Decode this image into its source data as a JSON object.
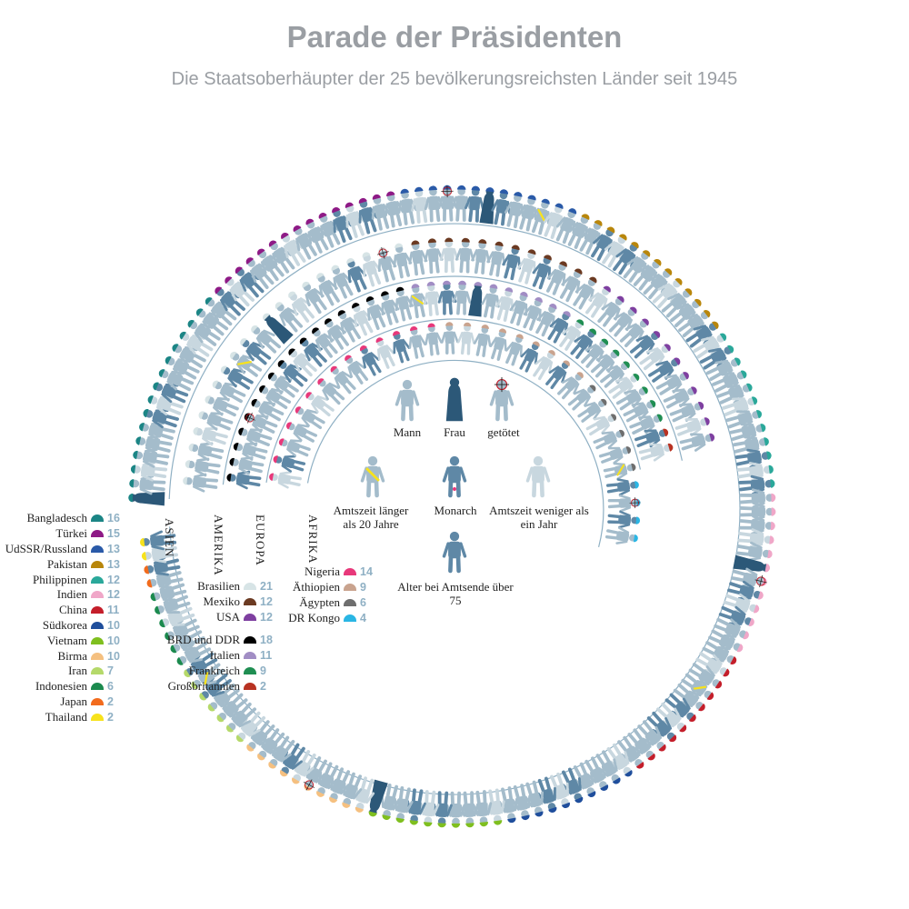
{
  "title": "Parade der Präsidenten",
  "subtitle": "Die Staatsoberhäupter der 25 bevölkerungsreichsten Länder seit 1945",
  "groups": [
    {
      "label": "ASIEN",
      "countries": [
        {
          "name": "Bangladesch",
          "count": "16",
          "color": "#1b8585"
        },
        {
          "name": "Türkei",
          "count": "15",
          "color": "#8e1a86"
        },
        {
          "name": "UdSSR/Russland",
          "count": "13",
          "color": "#2a5aa8"
        },
        {
          "name": "Pakistan",
          "count": "13",
          "color": "#b8860b"
        },
        {
          "name": "Philippinen",
          "count": "12",
          "color": "#2aa89a"
        },
        {
          "name": "Indien",
          "count": "12",
          "color": "#f0a7c8"
        },
        {
          "name": "China",
          "count": "11",
          "color": "#c41e2a"
        },
        {
          "name": "Südkorea",
          "count": "10",
          "color": "#1f4e9c"
        },
        {
          "name": "Vietnam",
          "count": "10",
          "color": "#7fbf1f"
        },
        {
          "name": "Birma",
          "count": "10",
          "color": "#f5c080"
        },
        {
          "name": "Iran",
          "count": "7",
          "color": "#b5d96a"
        },
        {
          "name": "Indonesien",
          "count": "6",
          "color": "#1b8a4e"
        },
        {
          "name": "Japan",
          "count": "2",
          "color": "#f26b1d"
        },
        {
          "name": "Thailand",
          "count": "2",
          "color": "#f7e21c"
        }
      ]
    },
    {
      "label": "AMERIKA",
      "countries": [
        {
          "name": "Brasilien",
          "count": "21",
          "color": "#d7e4e6"
        },
        {
          "name": "Mexiko",
          "count": "12",
          "color": "#6b3a22"
        },
        {
          "name": "USA",
          "count": "12",
          "color": "#7e3fa0"
        }
      ]
    },
    {
      "label": "EUROPA",
      "countries": [
        {
          "name": "BRD und DDR",
          "count": "18",
          "color": "#000000"
        },
        {
          "name": "Italien",
          "count": "11",
          "color": "#a18dc4"
        },
        {
          "name": "Frankreich",
          "count": "9",
          "color": "#1f8e52"
        },
        {
          "name": "Großbritannien",
          "count": "2",
          "color": "#b83222"
        }
      ]
    },
    {
      "label": "AFRIKA",
      "countries": [
        {
          "name": "Nigeria",
          "count": "14",
          "color": "#e8387a"
        },
        {
          "name": "Äthiopien",
          "count": "9",
          "color": "#c9a38e"
        },
        {
          "name": "Ägypten",
          "count": "6",
          "color": "#6e6e6e"
        },
        {
          "name": "DR Kongo",
          "count": "4",
          "color": "#2ab6e4"
        }
      ]
    }
  ],
  "key": [
    {
      "id": "mann",
      "label": "Mann"
    },
    {
      "id": "frau",
      "label": "Frau"
    },
    {
      "id": "getoetet",
      "label": "getötet"
    },
    {
      "id": "lang",
      "label": "Amtszeit länger als 20 Jahre"
    },
    {
      "id": "monarch",
      "label": "Monarch"
    },
    {
      "id": "kurz",
      "label": "Amtszeit weniger als ein Jahr"
    },
    {
      "id": "alt",
      "label": "Alter bei Amtsende über 75"
    }
  ],
  "colors": {
    "figure_main": "#a4bccb",
    "figure_dark": "#5f88a6",
    "figure_female": "#2c5878",
    "figure_light": "#c8d7df",
    "ring_line": "#8fb0c4",
    "count_text": "#8fb0c4"
  }
}
